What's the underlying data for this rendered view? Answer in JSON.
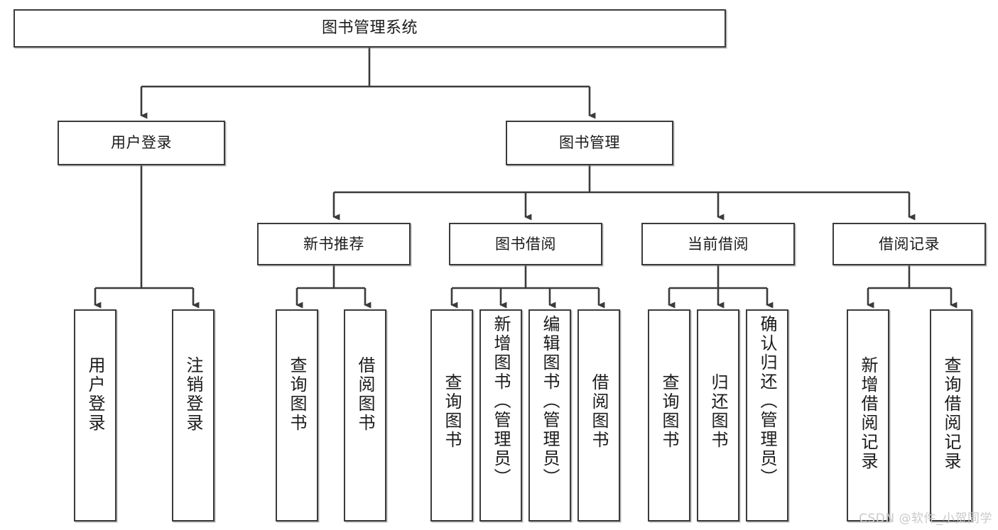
{
  "diagram": {
    "title": "图书管理系统",
    "type": "tree-hierarchy-flowchart",
    "watermark": "CSDN @软件_小贺同学",
    "colors": {
      "node_border": "#3b3b3b",
      "node_fill": "#ffffff",
      "connector": "#3b3b3b",
      "text": "#1b1b1b",
      "watermark": "#c9c9c9"
    },
    "nodes": {
      "root": {
        "label": "图书管理系统"
      },
      "level2": [
        {
          "label": "用户登录"
        },
        {
          "label": "图书管理"
        }
      ],
      "level3": [
        {
          "label": "新书推荐"
        },
        {
          "label": "图书借阅"
        },
        {
          "label": "当前借阅"
        },
        {
          "label": "借阅记录"
        }
      ],
      "leaves": {
        "user_login": [
          {
            "label": "用户登录"
          },
          {
            "label": "注销登录"
          }
        ],
        "new_book_recommend": [
          {
            "label": "查询图书"
          },
          {
            "label": "借阅图书"
          }
        ],
        "book_borrow": [
          {
            "label": "查询图书"
          },
          {
            "label": "新增图书（管理员）"
          },
          {
            "label": "编辑图书（管理员）"
          },
          {
            "label": "借阅图书"
          }
        ],
        "current_borrow": [
          {
            "label": "查询图书"
          },
          {
            "label": "归还图书"
          },
          {
            "label": "确认归还（管理员）"
          }
        ],
        "borrow_record": [
          {
            "label": "新增借阅记录"
          },
          {
            "label": "查询借阅记录"
          }
        ]
      }
    }
  }
}
